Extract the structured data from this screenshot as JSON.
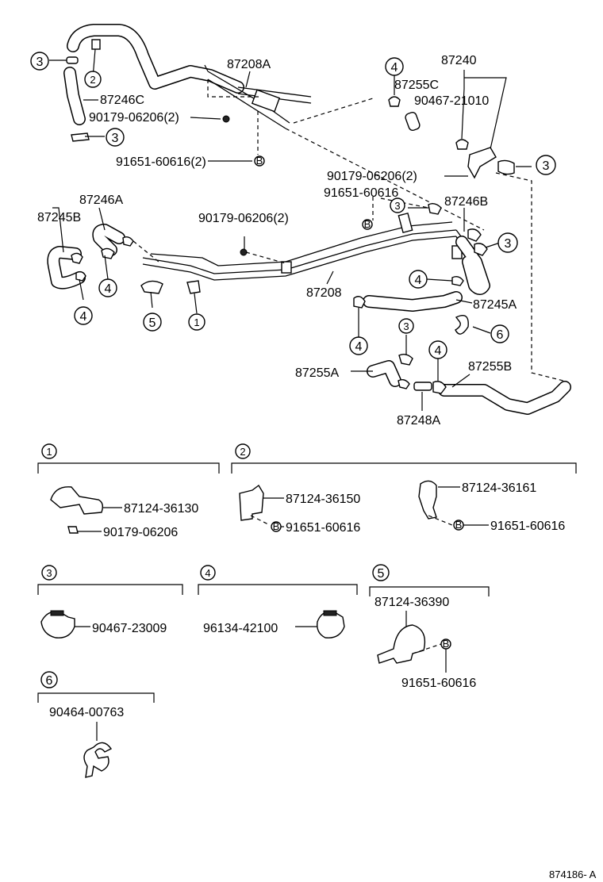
{
  "labels": {
    "p87208A": "87208A",
    "p87240": "87240",
    "p87255C": "87255C",
    "p90467_21010": "90467-21010",
    "p87246C": "87246C",
    "p90179_06206_2a": "90179-06206(2)",
    "p91651_60616_2": "91651-60616(2)",
    "p90179_06206_2b": "90179-06206(2)",
    "p91651_60616": "91651-60616",
    "p87246A": "87246A",
    "p87245B": "87245B",
    "p90179_06206_2c": "90179-06206(2)",
    "p87246B": "87246B",
    "p87208": "87208",
    "p87245A": "87245A",
    "p87255A": "87255A",
    "p87255B": "87255B",
    "p87248A": "87248A"
  },
  "callouts": {
    "n3": "3",
    "n2": "2",
    "n4": "4",
    "n1": "1",
    "n5": "5",
    "n6": "6"
  },
  "boxed_callouts": {
    "g1": "1",
    "g2": "2",
    "g3": "3",
    "g4": "4",
    "g5": "5",
    "g6": "6"
  },
  "bolt_mark": "B",
  "groups": {
    "g1": {
      "part1": "87124-36130",
      "part2": "90179-06206"
    },
    "g2": {
      "part1": "87124-36150",
      "part2": "91651-60616",
      "part3": "87124-36161",
      "part4": "91651-60616"
    },
    "g3": {
      "part1": "90467-23009"
    },
    "g4": {
      "part1": "96134-42100"
    },
    "g5": {
      "part1": "87124-36390",
      "part2": "91651-60616"
    },
    "g6": {
      "part1": "90464-00763"
    }
  },
  "diagram_id": "874186- A"
}
